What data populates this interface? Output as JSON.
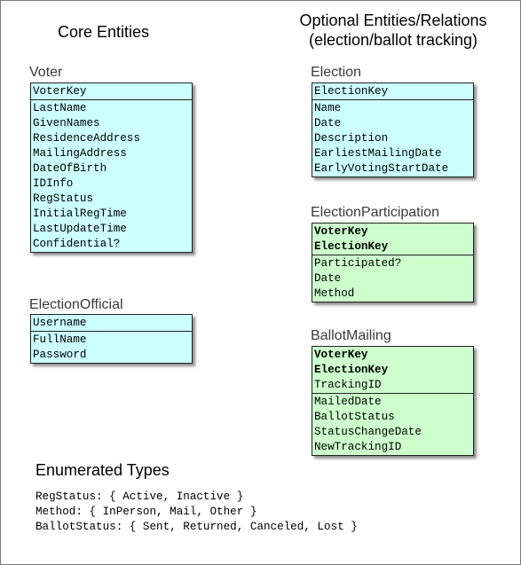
{
  "headings": {
    "core": "Core Entities",
    "optional_line1": "Optional Entities/Relations",
    "optional_line2": "(election/ballot tracking)",
    "enums": "Enumerated Types"
  },
  "entities": {
    "voter": {
      "title": "Voter",
      "keys": [
        "VoterKey"
      ],
      "attributes": [
        "LastName",
        "GivenNames",
        "ResidenceAddress",
        "MailingAddress",
        "DateOfBirth",
        "IDInfo",
        "RegStatus",
        "InitialRegTime",
        "LastUpdateTime",
        "Confidential?"
      ]
    },
    "election_official": {
      "title": "ElectionOfficial",
      "keys": [
        "Username"
      ],
      "attributes": [
        "FullName",
        "Password"
      ]
    },
    "election": {
      "title": "Election",
      "keys": [
        "ElectionKey"
      ],
      "attributes": [
        "Name",
        "Date",
        "Description",
        "EarliestMailingDate",
        "EarlyVotingStartDate"
      ]
    },
    "election_participation": {
      "title": "ElectionParticipation",
      "keys": [
        "VoterKey",
        "ElectionKey"
      ],
      "attributes": [
        "Participated?",
        "Date",
        "Method"
      ]
    },
    "ballot_mailing": {
      "title": "BallotMailing",
      "keys": [
        "VoterKey",
        "ElectionKey"
      ],
      "attributes_top": [
        "TrackingID"
      ],
      "attributes": [
        "MailedDate",
        "BallotStatus",
        "StatusChangeDate",
        "NewTrackingID"
      ]
    }
  },
  "enumerated_types": [
    "RegStatus: { Active, Inactive }",
    "Method: { InPerson, Mail, Other }",
    "BallotStatus: { Sent, Returned, Canceled, Lost }"
  ],
  "colors": {
    "core_entity_fill": "#ccffff",
    "relation_entity_fill": "#ccffcc"
  }
}
